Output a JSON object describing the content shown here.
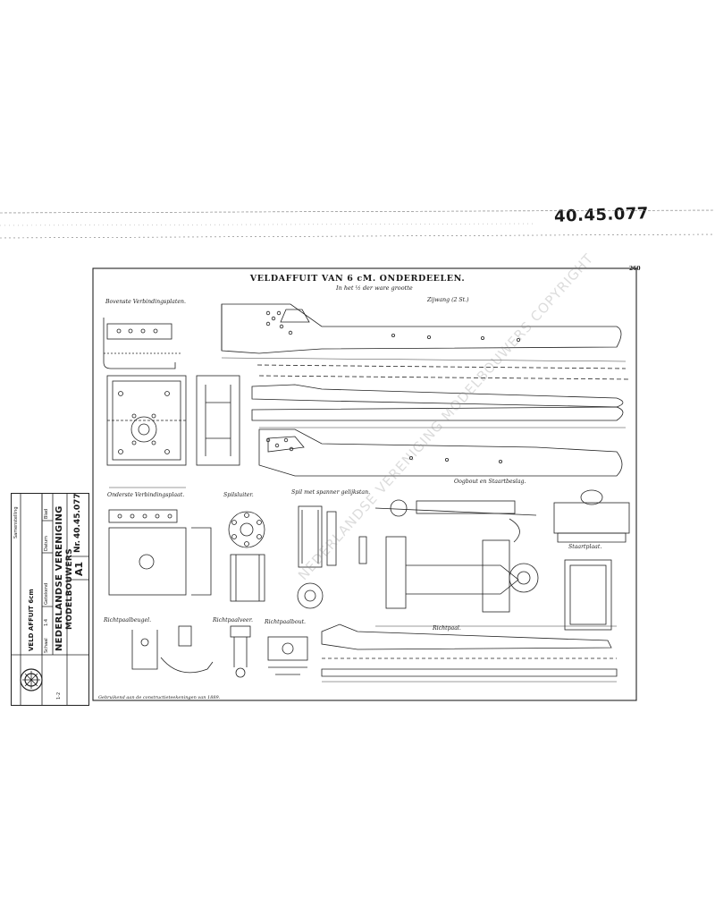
{
  "handwritten_number": "40.45.077",
  "drawing": {
    "title": "VELDAFFUIT VAN 6 cM. ONDERDEELEN.",
    "subtitle": "In het ½ der ware grootte",
    "sheet_number": "260",
    "footer_note": "Gebruikend aan de constructieteekeningen van 1889.",
    "labels": {
      "bovenste": "Bovenste Verbindingsplaten.",
      "zijwang": "Zijwang (2 St.)",
      "onderste": "Onderste Verbindingsplaat.",
      "spilsluiter": "Spilsluiter.",
      "spil": "Spil met spanner gelijkstan.",
      "oogbout": "Oogbout en Staartbeslag.",
      "staartplaat": "Staartplaat.",
      "richtpaalbeugel": "Richtpaalbeugel.",
      "richtpaalveer": "Richtpaalveer.",
      "richtpaalbout": "Richtpaalbout.",
      "richtpaal": "Richtpaal."
    }
  },
  "watermark": "NEDERLANDSE VERENIGING MODELBOUWERS COPYRIGHT",
  "stamp": {
    "header": "Samenstelling",
    "subject": "VELD AFFUIT 6cm",
    "schaal_label": "Schaal",
    "schaal_value": "1:4",
    "getekend_label": "Getekend",
    "datum_label": "Datum",
    "blad_label": "Blad",
    "blad_value": "1-2",
    "association_line1": "NEDERLANDSE VERENIGING",
    "association_line2": "MODELBOUWERS",
    "sheet_size": "A1",
    "number_label": "Nr.",
    "number_value": "40.45.077"
  },
  "colors": {
    "ink": "#1a1a1a",
    "paper": "#ffffff"
  }
}
